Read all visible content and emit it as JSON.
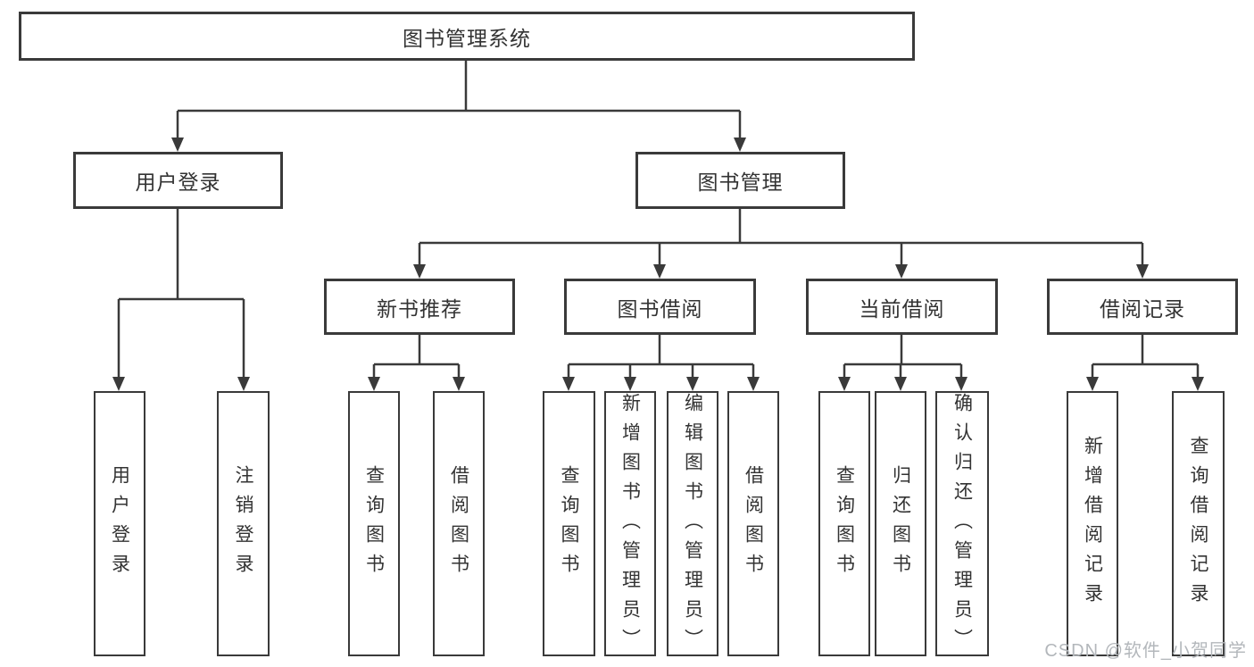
{
  "diagram_type": "hierarchy",
  "tree": {
    "label": "图书管理系统",
    "children": [
      {
        "label": "用户登录",
        "children": [
          {
            "label": "用户登录"
          },
          {
            "label": "注销登录"
          }
        ]
      },
      {
        "label": "图书管理",
        "children": [
          {
            "label": "新书推荐",
            "children": [
              {
                "label": "查询图书"
              },
              {
                "label": "借阅图书"
              }
            ]
          },
          {
            "label": "图书借阅",
            "children": [
              {
                "label": "查询图书"
              },
              {
                "label": "新增图书（管理员）"
              },
              {
                "label": "编辑图书（管理员）"
              },
              {
                "label": "借阅图书"
              }
            ]
          },
          {
            "label": "当前借阅",
            "children": [
              {
                "label": "查询图书"
              },
              {
                "label": "归还图书"
              },
              {
                "label": "确认归还（管理员）"
              }
            ]
          },
          {
            "label": "借阅记录",
            "children": [
              {
                "label": "新增借阅记录"
              },
              {
                "label": "查询借阅记录"
              }
            ]
          }
        ]
      }
    ]
  },
  "watermark": "CSDN @软件_小贺同学",
  "colors": {
    "line": "#3a3a3a",
    "box_border": "#3a3a3a",
    "box_fill": "#ffffff",
    "text": "#333333",
    "watermark": "#b3b7bb",
    "background": "#ffffff"
  }
}
